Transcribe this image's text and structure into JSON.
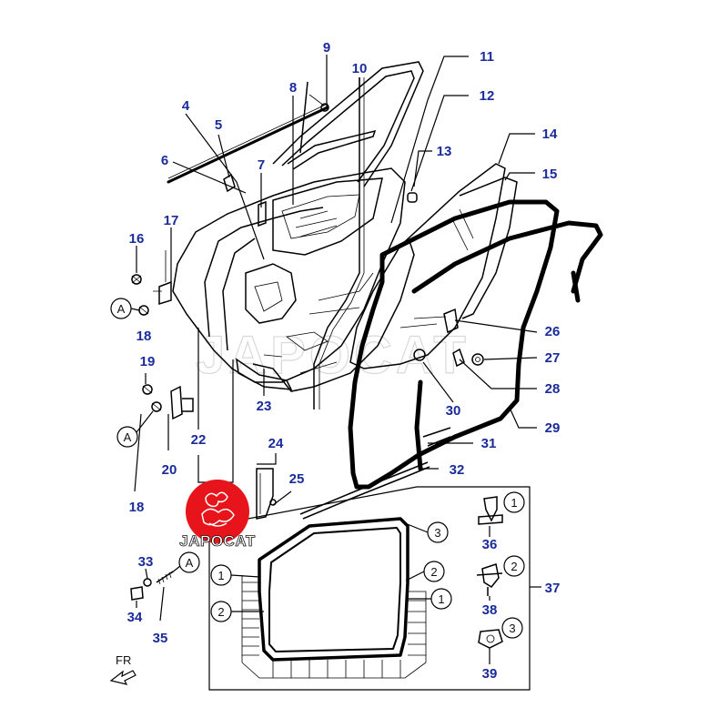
{
  "diagram": {
    "callouts": [
      {
        "n": "1",
        "label": "1"
      },
      {
        "n": "2",
        "label": "2"
      },
      {
        "n": "3",
        "label": "3"
      },
      {
        "n": "4",
        "label": "4"
      },
      {
        "n": "5",
        "label": "5"
      },
      {
        "n": "6",
        "label": "6"
      },
      {
        "n": "7",
        "label": "7"
      },
      {
        "n": "8",
        "label": "8"
      },
      {
        "n": "9",
        "label": "9"
      },
      {
        "n": "10",
        "label": "10"
      },
      {
        "n": "11",
        "label": "11"
      },
      {
        "n": "12",
        "label": "12"
      },
      {
        "n": "13",
        "label": "13"
      },
      {
        "n": "14",
        "label": "14"
      },
      {
        "n": "15",
        "label": "15"
      },
      {
        "n": "16",
        "label": "16"
      },
      {
        "n": "17",
        "label": "17"
      },
      {
        "n": "18a",
        "label": "18"
      },
      {
        "n": "18b",
        "label": "18"
      },
      {
        "n": "19",
        "label": "19"
      },
      {
        "n": "20",
        "label": "20"
      },
      {
        "n": "22",
        "label": "22"
      },
      {
        "n": "23",
        "label": "23"
      },
      {
        "n": "24",
        "label": "24"
      },
      {
        "n": "25",
        "label": "25"
      },
      {
        "n": "26",
        "label": "26"
      },
      {
        "n": "27",
        "label": "27"
      },
      {
        "n": "28",
        "label": "28"
      },
      {
        "n": "29",
        "label": "29"
      },
      {
        "n": "30",
        "label": "30"
      },
      {
        "n": "31",
        "label": "31"
      },
      {
        "n": "32",
        "label": "32"
      },
      {
        "n": "33",
        "label": "33"
      },
      {
        "n": "34",
        "label": "34"
      },
      {
        "n": "35",
        "label": "35"
      },
      {
        "n": "36",
        "label": "36"
      },
      {
        "n": "37",
        "label": "37"
      },
      {
        "n": "38",
        "label": "38"
      },
      {
        "n": "39",
        "label": "39"
      }
    ],
    "circle_refs": {
      "a": "A",
      "one": "1",
      "two": "2",
      "three": "3"
    },
    "direction_label": "FR",
    "logo_text": "JAPOCAT",
    "watermark_text": "JAPOCAT",
    "colors": {
      "callout_text": "#1a2b9a",
      "logo_badge": "#e8141b",
      "line": "#000000"
    }
  }
}
